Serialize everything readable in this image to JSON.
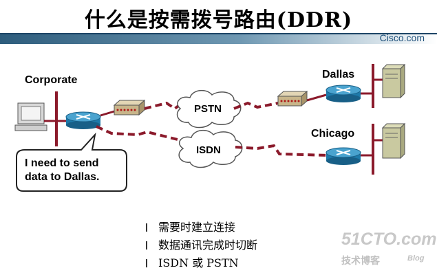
{
  "title": "什么是按需拨号路由(DDR)",
  "brand": "Cisco.com",
  "sites": {
    "corporate": "Corporate",
    "dallas": "Dallas",
    "chicago": "Chicago"
  },
  "clouds": {
    "pstn": "PSTN",
    "isdn": "ISDN"
  },
  "callout": {
    "line1": "I need to send",
    "line2": "data to Dallas."
  },
  "bullets": [
    "需要时建立连接",
    "数据通讯完成时切断",
    "ISDN 或 PSTN"
  ],
  "watermark": {
    "main": "51CTO.com",
    "sub": "技术博客",
    "blog": "Blog"
  },
  "colors": {
    "link": "#8b1a2b",
    "router": "#1e7aaa",
    "modem": "#c8b58a",
    "header_bar": "#3c6e8f"
  }
}
